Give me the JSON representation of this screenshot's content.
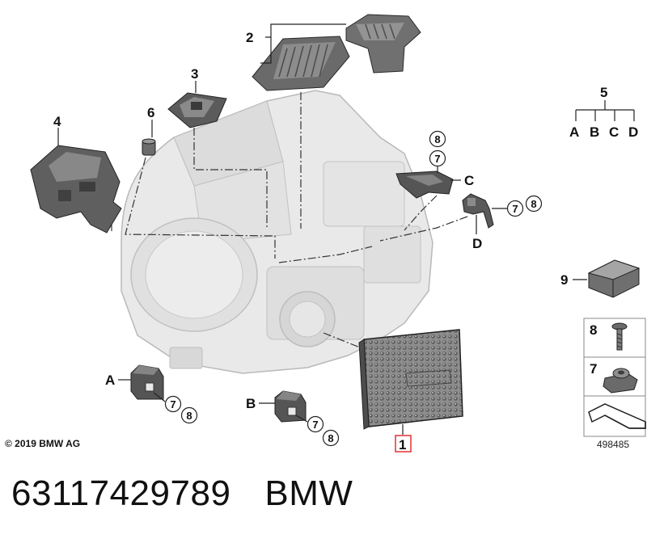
{
  "callouts": {
    "c1": "1",
    "c2": "2",
    "c3": "3",
    "c4": "4",
    "c5": "5",
    "c6": "6",
    "c7": "7",
    "c8": "8",
    "c9": "9",
    "A": "A",
    "B": "B",
    "C": "C",
    "D": "D"
  },
  "legend_5": {
    "label": "5",
    "items": [
      "A",
      "B",
      "C",
      "D"
    ]
  },
  "copyright": "© 2019 BMW AG",
  "illustration_id": "498485",
  "part_number": "63117429789",
  "brand": "BMW",
  "colors": {
    "highlight_box": "#e23030",
    "part_fill": "#555555",
    "housing_fill": "#e6e6e6"
  }
}
